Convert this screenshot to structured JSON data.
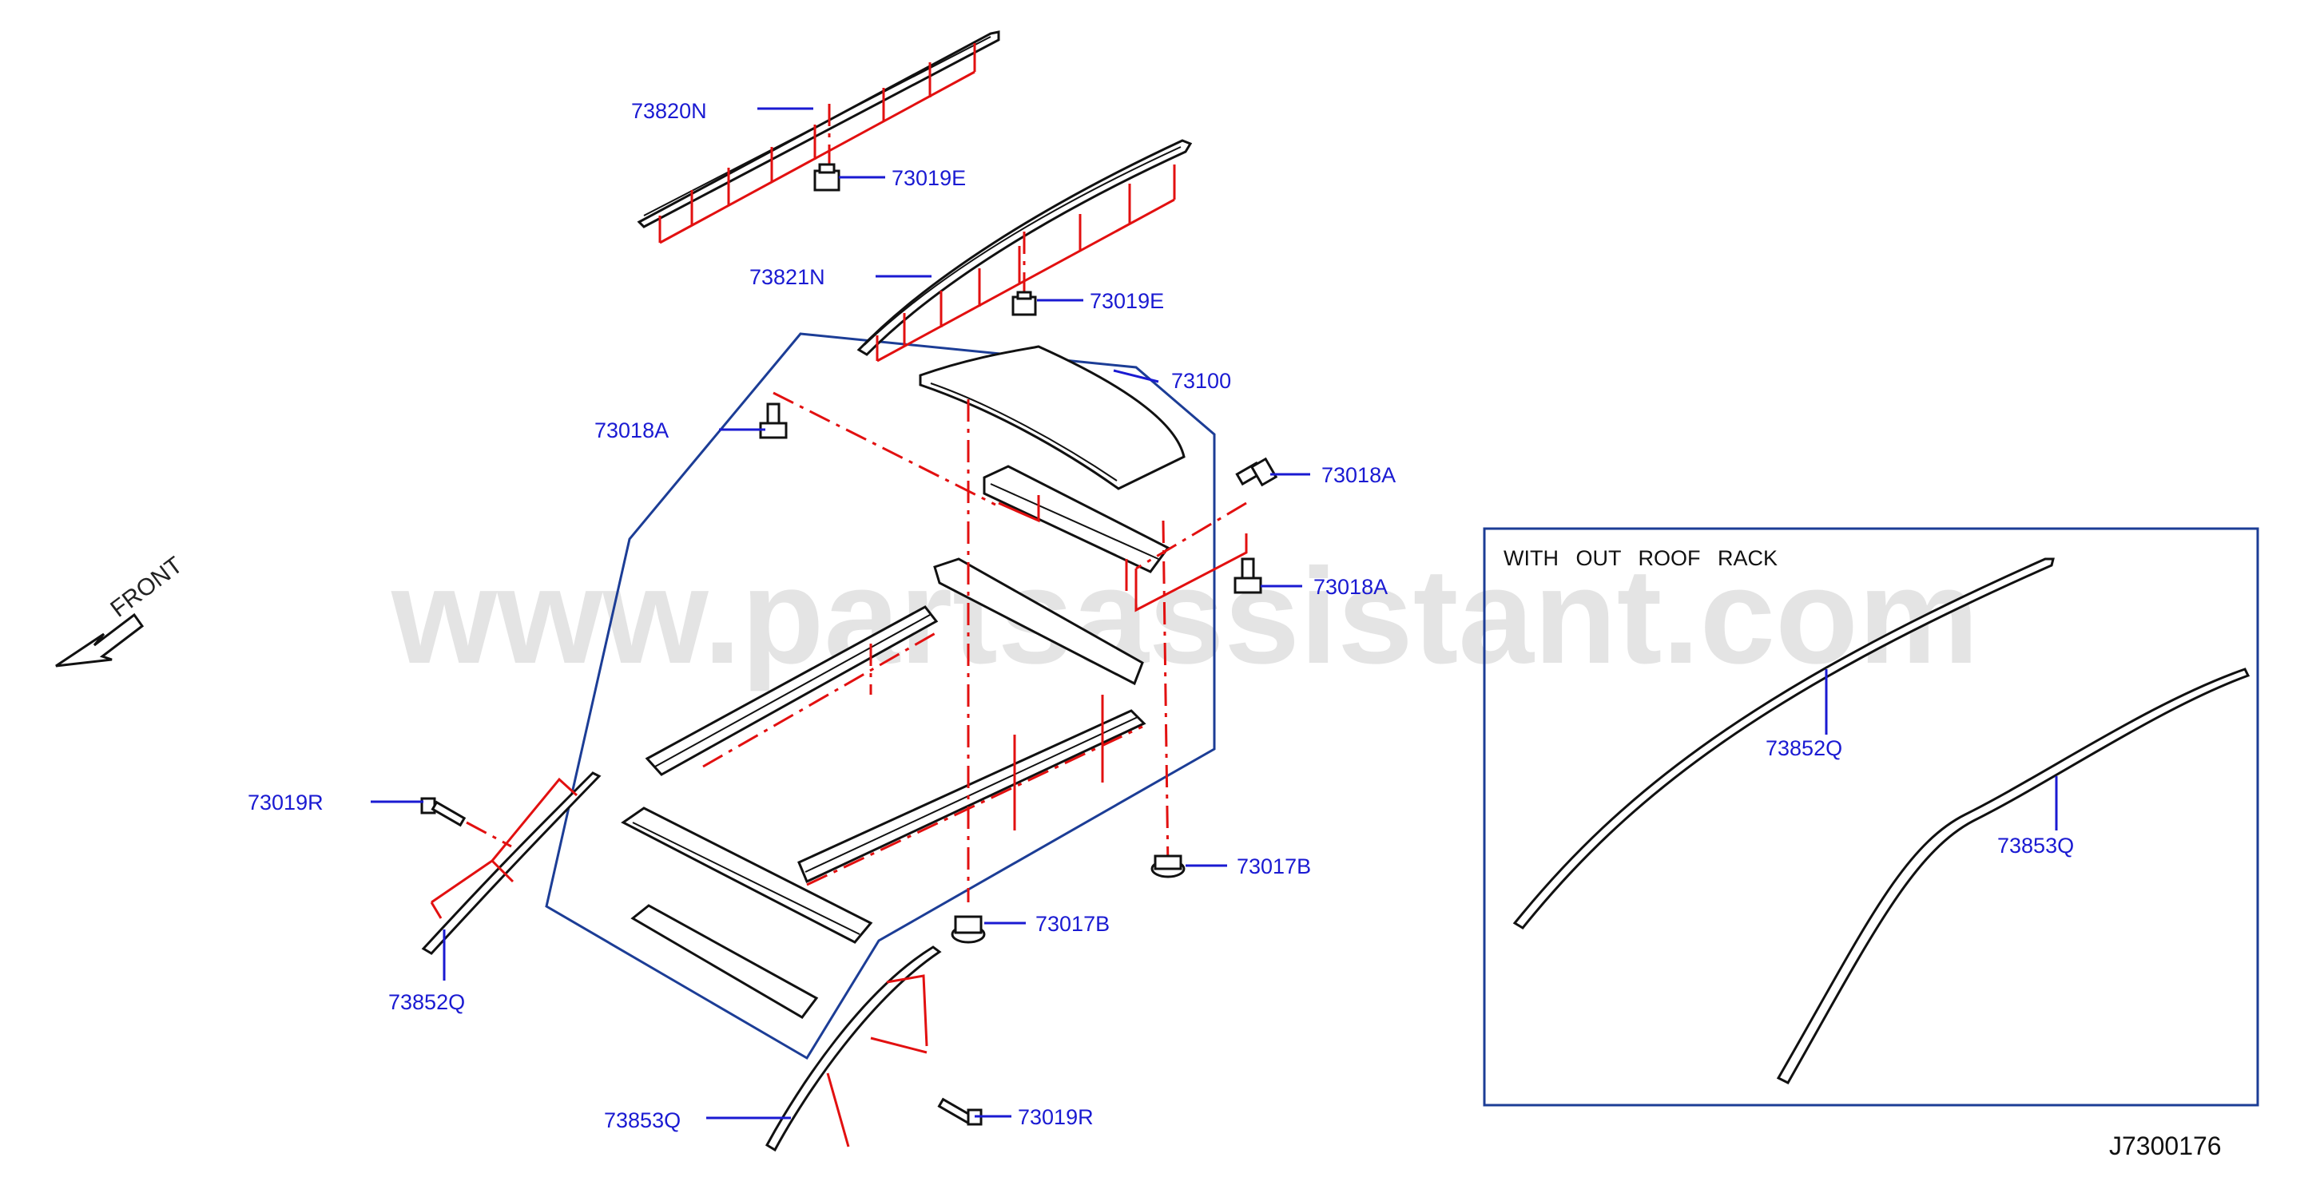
{
  "watermark": "www.partsassistant.com",
  "front_marker": "FRONT",
  "diagram_code": "J7300176",
  "inset": {
    "title": "WITH OUT ROOF RACK",
    "labels": [
      "73852Q",
      "73853Q"
    ]
  },
  "callouts": {
    "rail_left": "73820N",
    "clip_upper": "73019E",
    "rail_right": "73821N",
    "clip_lower": "73019E",
    "roof_panel": "73100",
    "bolt_left": "73018A",
    "bolt_right_upper": "73018A",
    "bolt_right_lower": "73018A",
    "nut_right": "73017B",
    "nut_center": "73017B",
    "screw_left": "73019R",
    "molding_left": "73852Q",
    "molding_right": "73853Q",
    "screw_right": "73019R"
  }
}
